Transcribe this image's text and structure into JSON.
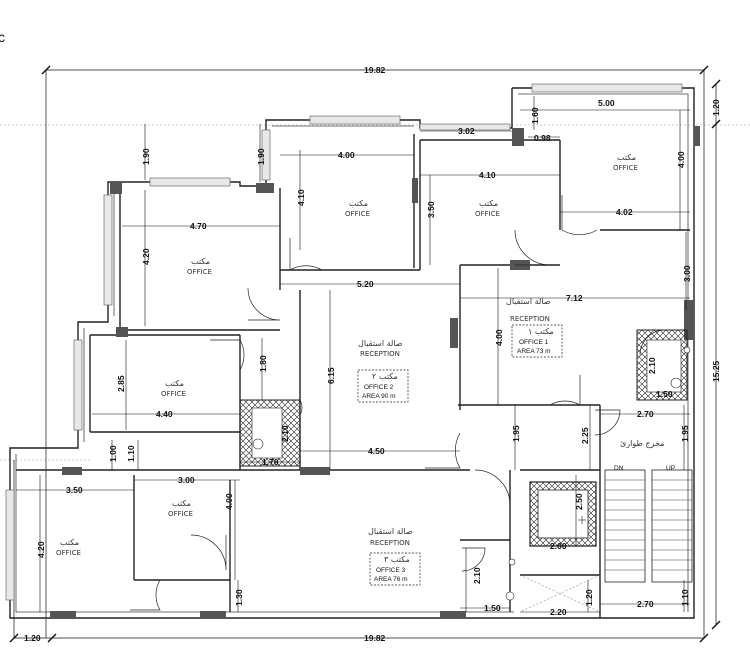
{
  "overall": {
    "width_top": "19.82",
    "width_bottom": "19.82",
    "height_right": "15.25",
    "offset_top_right": "1.20",
    "offset_bottom_left": "1.20"
  },
  "corner_letter": "c",
  "dimensions": [
    {
      "id": "d500",
      "text": "5.00"
    },
    {
      "id": "d160",
      "text": "1.60"
    },
    {
      "id": "d302",
      "text": "3.02"
    },
    {
      "id": "d098",
      "text": "0.98"
    },
    {
      "id": "d400a",
      "text": "4.00"
    },
    {
      "id": "d190a",
      "text": "1.90"
    },
    {
      "id": "d190b",
      "text": "1.90"
    },
    {
      "id": "d410a",
      "text": "4.10"
    },
    {
      "id": "d400b",
      "text": "4.00"
    },
    {
      "id": "d410b",
      "text": "4.10"
    },
    {
      "id": "d350",
      "text": "3.50"
    },
    {
      "id": "d402",
      "text": "4.02"
    },
    {
      "id": "d470",
      "text": "4.70"
    },
    {
      "id": "d420a",
      "text": "4.20"
    },
    {
      "id": "d520",
      "text": "5.20"
    },
    {
      "id": "d712",
      "text": "7.12"
    },
    {
      "id": "d300a",
      "text": "3.00"
    },
    {
      "id": "d400c",
      "text": "4.00"
    },
    {
      "id": "d285",
      "text": "2.85"
    },
    {
      "id": "d180",
      "text": "1.80"
    },
    {
      "id": "d615",
      "text": "6.15"
    },
    {
      "id": "d210a",
      "text": "2.10"
    },
    {
      "id": "d150a",
      "text": "1.50"
    },
    {
      "id": "d440",
      "text": "4.40"
    },
    {
      "id": "d270a",
      "text": "2.70"
    },
    {
      "id": "d210b",
      "text": "2.10"
    },
    {
      "id": "d195a",
      "text": "1.95"
    },
    {
      "id": "d225",
      "text": "2.25"
    },
    {
      "id": "d195b",
      "text": "1.95"
    },
    {
      "id": "d100",
      "text": "1.00"
    },
    {
      "id": "d110a",
      "text": "1.10"
    },
    {
      "id": "d170",
      "text": "1.70"
    },
    {
      "id": "d450",
      "text": "4.50"
    },
    {
      "id": "d300b",
      "text": "3.00"
    },
    {
      "id": "d350b",
      "text": "3.50"
    },
    {
      "id": "d400d",
      "text": "4.00"
    },
    {
      "id": "d250",
      "text": "2.50"
    },
    {
      "id": "d200",
      "text": "2.00"
    },
    {
      "id": "d420b",
      "text": "4.20"
    },
    {
      "id": "d210c",
      "text": "2.10"
    },
    {
      "id": "d130",
      "text": "1.30"
    },
    {
      "id": "d150b",
      "text": "1.50"
    },
    {
      "id": "d220",
      "text": "2.20"
    },
    {
      "id": "d120",
      "text": "1.20"
    },
    {
      "id": "d270b",
      "text": "2.70"
    },
    {
      "id": "d110b",
      "text": "1.10"
    }
  ],
  "rooms": {
    "office_ar": "مكتب",
    "office_en": "OFFICE",
    "reception_ar": "صالة استقبال",
    "reception_en": "RECEPTION",
    "office1_ar": "مكتب ١",
    "office1_en": "OFFICE 1",
    "office1_area": "AREA 73 m",
    "office2_ar": "مكتب ٢",
    "office2_en": "OFFICE 2",
    "office2_area": "AREA 90 m",
    "office3_ar": "مكتب ٣",
    "office3_en": "OFFICE 3",
    "office3_area": "AREA 76 m",
    "exit_ar": "مخرج طوارئ",
    "stairs_dn": "DN",
    "stairs_up": "UP"
  }
}
